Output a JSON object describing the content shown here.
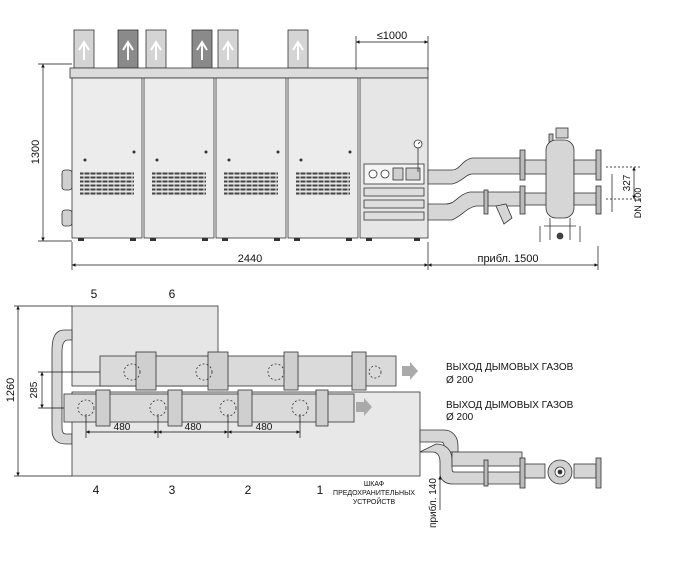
{
  "front_view": {
    "dim_width": "2440",
    "dim_height": "1300",
    "dim_cabinet": "≤1000",
    "dim_pipes_length": "прибл. 1500",
    "dim_spacing": "327",
    "dim_nominal": "DN 100"
  },
  "top_view": {
    "dim_depth": "1260",
    "dim_flue_offset": "285",
    "flue_spacing": [
      "480",
      "480",
      "480"
    ],
    "flue_label_upper": "ВЫХОД ДЫМОВЫХ ГАЗОВ",
    "flue_size_upper": "Ø 200",
    "flue_label_lower": "ВЫХОД ДЫМОВЫХ ГАЗОВ",
    "flue_size_lower": "Ø 200",
    "boiler_numbers": {
      "n5": "5",
      "n6": "6",
      "n4": "4",
      "n3": "3",
      "n2": "2",
      "n1": "1"
    },
    "cabinet_label": [
      "ШКАФ",
      "ПРЕДОХРАНИТЕЛЬНЫХ",
      "УСТРОЙСТВ"
    ],
    "dim_pipe_offset": "прибл. 140"
  }
}
